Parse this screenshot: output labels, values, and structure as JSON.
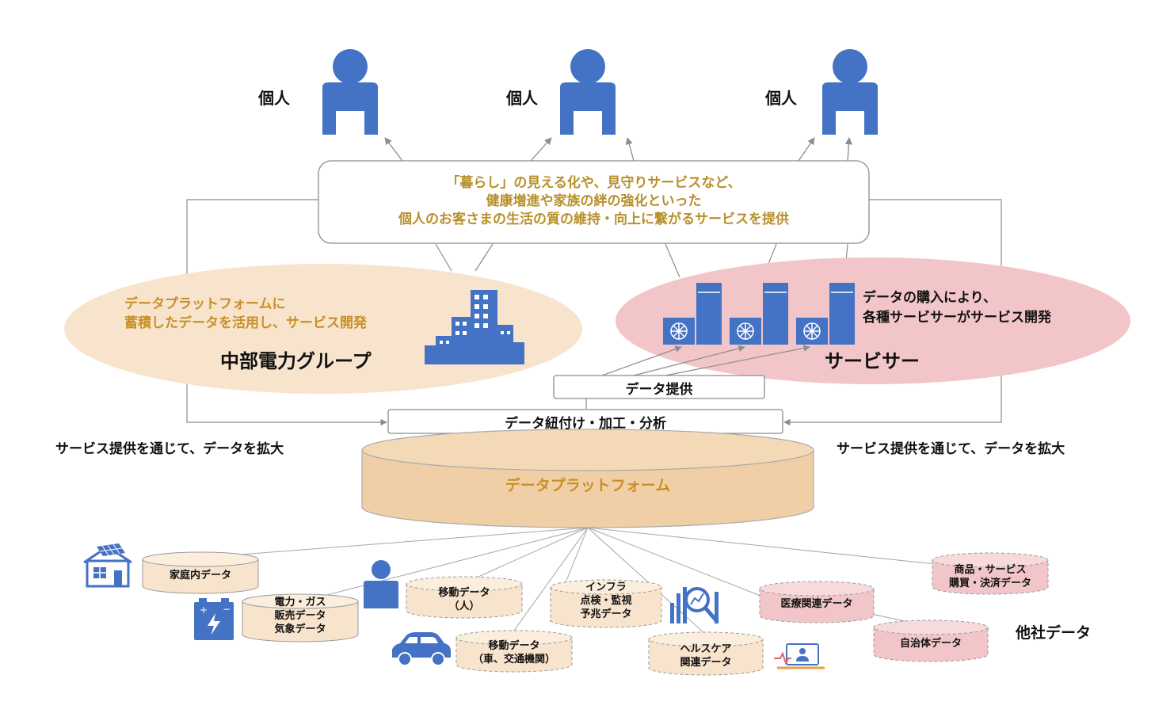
{
  "people": [
    {
      "label": "個人"
    },
    {
      "label": "個人"
    },
    {
      "label": "個人"
    }
  ],
  "service_message": {
    "line1": "「暮らし」の見える化や、見守りサービスなど、",
    "line2": "健康増進や家族の絆の強化といった",
    "line3": "個人のお客さまの生活の質の維持・向上に繋がるサービスを提供"
  },
  "chubu": {
    "line1": "データプラットフォームに",
    "line2": "蓄積したデータを活用し、サービス開発",
    "name": "中部電力グループ"
  },
  "servicer": {
    "line1": "データの購入により、",
    "line2": "各種サービサーがサービス開発",
    "name": "サービサー"
  },
  "boxes": {
    "provide": "データ提供",
    "link": "データ紐付け・加工・分析"
  },
  "side_text": {
    "left": "サービス提供を通じて、データを拡大",
    "right": "サービス提供を通じて、データを拡大"
  },
  "platform": {
    "label": "データプラットフォーム"
  },
  "sources": {
    "home": "家庭内データ",
    "power_1": "電力・ガス",
    "power_2": "販売データ",
    "power_3": "気象データ",
    "move_person_1": "移動データ",
    "move_person_2": "（人）",
    "move_car_1": "移動データ",
    "move_car_2": "（車、交通機関）",
    "infra_1": "インフラ",
    "infra_2": "点検・監視",
    "infra_3": "予兆データ",
    "health_1": "ヘルスケア",
    "health_2": "関連データ",
    "medical": "医療関連データ",
    "municipal": "自治体データ",
    "commerce_1": "商品・サービス",
    "commerce_2": "購買・決済データ"
  },
  "other_company": "他社データ",
  "colors": {
    "icon_blue": "#4472c4",
    "gold_text": "#b8902a",
    "chubu_ellipse": "#f8e4cc",
    "servicer_ellipse": "#f2c6c8",
    "platform_fill": "#f0cfa6",
    "cylinder_beige": "#f8e4cc",
    "cylinder_pink": "#f2c6c8",
    "line_gray": "#8c8c8c"
  }
}
